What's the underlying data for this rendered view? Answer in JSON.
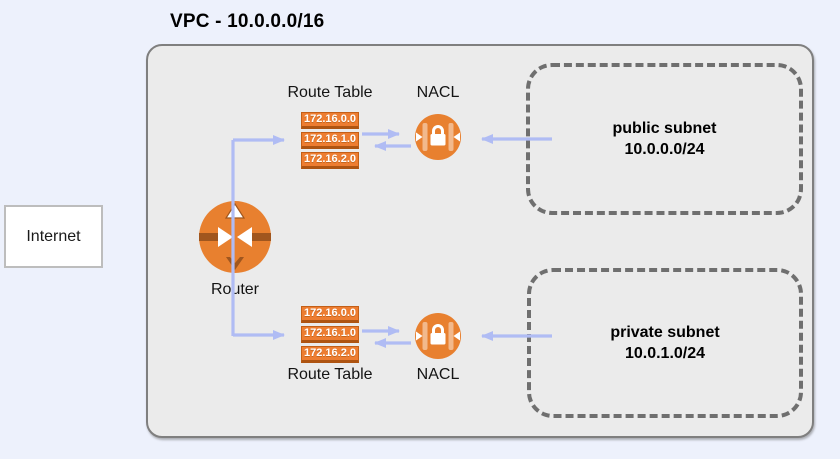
{
  "vpc": {
    "title": "VPC - 10.0.0.0/16"
  },
  "internet": {
    "label": "Internet"
  },
  "router": {
    "label": "Router",
    "icon": "router-icon"
  },
  "route_tables": {
    "top": {
      "label": "Route Table",
      "entries": [
        "172.16.0.0",
        "172.16.1.0",
        "172.16.2.0"
      ]
    },
    "bottom": {
      "label": "Route Table",
      "entries": [
        "172.16.0.0",
        "172.16.1.0",
        "172.16.2.0"
      ]
    }
  },
  "nacls": {
    "top": {
      "label": "NACL",
      "icon": "nacl-lock-icon"
    },
    "bottom": {
      "label": "NACL",
      "icon": "nacl-lock-icon"
    }
  },
  "subnets": {
    "public": {
      "name": "public subnet",
      "cidr": "10.0.0.0/24"
    },
    "private": {
      "name": "private subnet",
      "cidr": "10.0.1.0/24"
    }
  },
  "colors": {
    "page_background": "#EDF1FC",
    "vpc_fill": "#EBEBEB",
    "vpc_border": "#7F7F7F",
    "subnet_dash_border": "#6F6F6F",
    "icon_orange": "#E8802F",
    "route_box_orange": "#ED7D31",
    "route_box_border": "#AE5412",
    "arrow_blue": "#B0BCF4"
  }
}
